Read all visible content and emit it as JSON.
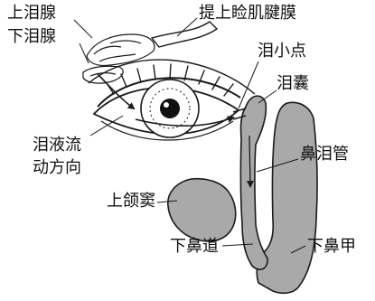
{
  "diagram": {
    "colors": {
      "line": "#1a1a1a",
      "sinus_fill": "#a9a9a9",
      "duct_fill": "#a9a9a9",
      "background": "#ffffff"
    },
    "labels": {
      "upper_lacrimal_gland": "上泪腺",
      "lower_lacrimal_gland": "下泪腺",
      "levator_aponeurosis": "提上睑肌腱膜",
      "lacrimal_punctum": "泪小点",
      "lacrimal_sac": "泪囊",
      "tear_flow_line1": "泪液流",
      "tear_flow_line2": "动方向",
      "nasolacrimal_duct": "鼻泪管",
      "maxillary_sinus": "上颌窦",
      "inferior_meatus": "下鼻道",
      "inferior_turbinate": "下鼻甲"
    }
  }
}
